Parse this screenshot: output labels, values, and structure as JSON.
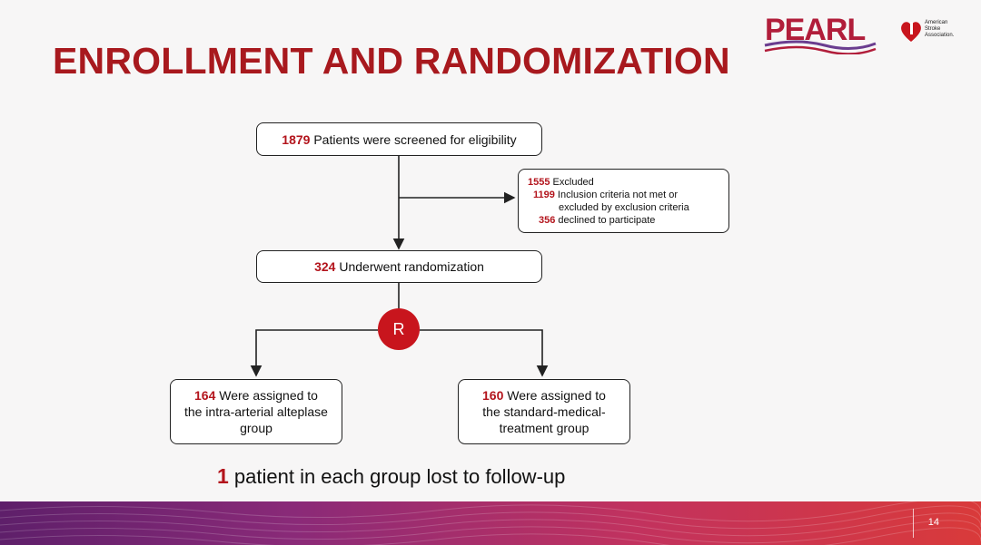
{
  "title": "ENROLLMENT AND RANDOMIZATION",
  "logos": {
    "pearl": "PEARL",
    "aha": "American\nStroke\nAssociation."
  },
  "screened": {
    "num": "1879",
    "text": " Patients were screened for eligibility"
  },
  "excluded": {
    "total_num": "1555",
    "total_text": " Excluded",
    "inclusion_num": "1199",
    "inclusion_text": " Inclusion criteria not met or",
    "inclusion_text2": "excluded by exclusion criteria",
    "declined_num": "356",
    "declined_text": " declined to participate"
  },
  "randomized": {
    "num": "324",
    "text": " Underwent randomization"
  },
  "r_label": "R",
  "arm_left": {
    "num": "164",
    "line1": " Were assigned to",
    "line2": "the intra-arterial alteplase",
    "line3": "group"
  },
  "arm_right": {
    "num": "160",
    "line1": " Were assigned to",
    "line2": "the standard-medical-",
    "line3": "treatment group"
  },
  "lost": {
    "num": "1",
    "text": " patient in each group lost to follow-up"
  },
  "page_number": "14",
  "colors": {
    "accent": "#a8191e",
    "number": "#b3141c",
    "circle": "#c8151d"
  }
}
